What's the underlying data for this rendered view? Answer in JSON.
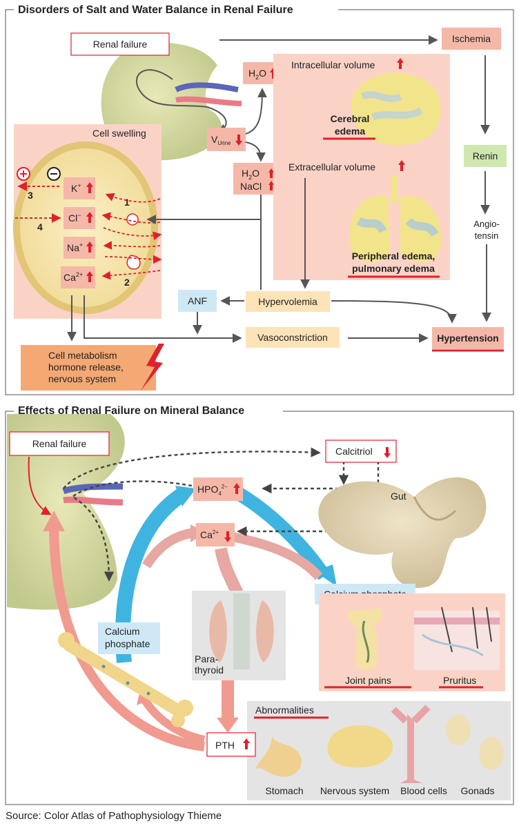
{
  "panel1": {
    "title": "Disorders of Salt and Water Balance in Renal Failure",
    "renal_failure": "Renal failure",
    "ischemia": "Ischemia",
    "renin": "Renin",
    "angiotensin_line1": "Angio-",
    "angiotensin_line2": "tensin",
    "hypertension": "Hypertension",
    "h2o": "H",
    "h2o_sub": "2",
    "h2o_tail": "O",
    "v_urine": "V",
    "v_urine_sub": "Urine",
    "h2o_nacl_line2": "NaCl",
    "intracellular": "Intracellular volume",
    "cerebral_line1": "Cerebral",
    "cerebral_line2": "edema",
    "extracellular": "Extracellular volume",
    "peripheral_line1": "Peripheral edema,",
    "peripheral_line2": "pulmonary edema",
    "cell_swelling": "Cell swelling",
    "ions": [
      {
        "base": "K",
        "sup": "+"
      },
      {
        "base": "Cl",
        "sup": "−"
      },
      {
        "base": "Na",
        "sup": "+"
      },
      {
        "base": "Ca",
        "sup": "2+"
      }
    ],
    "num1": "1",
    "num2": "2",
    "num3": "3",
    "num4": "4",
    "anf": "ANF",
    "hypervolemia": "Hypervolemia",
    "vasoconstriction": "Vasoconstriction",
    "cell_metab_line1": "Cell metabolism",
    "cell_metab_line2": "hormone release,",
    "cell_metab_line3": "nervous system"
  },
  "panel2": {
    "title": "Effects of Renal Failure on Mineral Balance",
    "renal_failure": "Renal failure",
    "calcitriol": "Calcitriol",
    "hpo4": "HPO",
    "hpo4_sub": "4",
    "hpo4_sup": "2−",
    "ca": "Ca",
    "ca_sup": "2+",
    "gut": "Gut",
    "calcium_phosphate_right": "Calcium phosphate",
    "calcium_left_line1": "Calcium",
    "calcium_left_line2": "phosphate",
    "para_line1": "Para-",
    "para_line2": "thyroid",
    "joint_pains": "Joint pains",
    "pruritus": "Pruritus",
    "abnormalities": "Abnormalities",
    "pth": "PTH",
    "organs": [
      "Stomach",
      "Nervous system",
      "Blood cells",
      "Gonads"
    ]
  },
  "source": "Source: Color Atlas of Pathophysiology Thieme",
  "colors": {
    "pink_box": "#f5b8a8",
    "pink_panel": "#fbd3c6",
    "yellow_box": "#fce3b8",
    "green_box": "#cfe8b0",
    "blue_box": "#cfe8f6",
    "orange_box": "#f4a873",
    "red": "#e0202a",
    "blue_arrow": "#3fb4e0",
    "pink_arrow": "#f19a8f",
    "gray_panel": "#e4e4e4"
  }
}
